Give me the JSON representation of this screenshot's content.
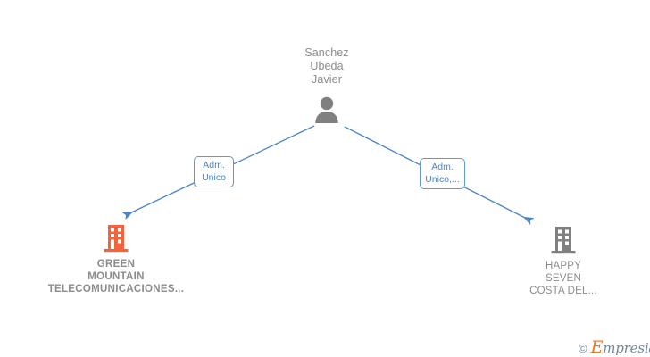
{
  "graph": {
    "person": {
      "name": "Sanchez\nUbeda\nJavier",
      "icon": "person-icon"
    },
    "companies": [
      {
        "id": "green-mountain",
        "name": "GREEN\nMOUNTAIN\nTELECOMUNICACIONES...",
        "icon": "building-icon",
        "color": "#f4633a"
      },
      {
        "id": "happy-seven",
        "name": "HAPPY\nSEVEN\nCOSTA DEL...",
        "icon": "building-icon",
        "color": "#808080"
      }
    ],
    "relations": [
      {
        "id": "rel-left",
        "label": "Adm.\nUnico",
        "from": "person",
        "to": "green-mountain"
      },
      {
        "id": "rel-right",
        "label": "Adm.\nUnico,...",
        "from": "person",
        "to": "happy-seven"
      }
    ],
    "colors": {
      "edge": "#4a86c8",
      "label_border": "#5b9bd5",
      "label_text": "#4a86c8",
      "node_text": "#8c8c8c",
      "company_orange": "#f4633a",
      "company_gray": "#808080",
      "person_gray": "#808080"
    }
  },
  "watermark": {
    "copyright": "©",
    "brand_initial": "E",
    "brand_rest": "mpresia"
  }
}
